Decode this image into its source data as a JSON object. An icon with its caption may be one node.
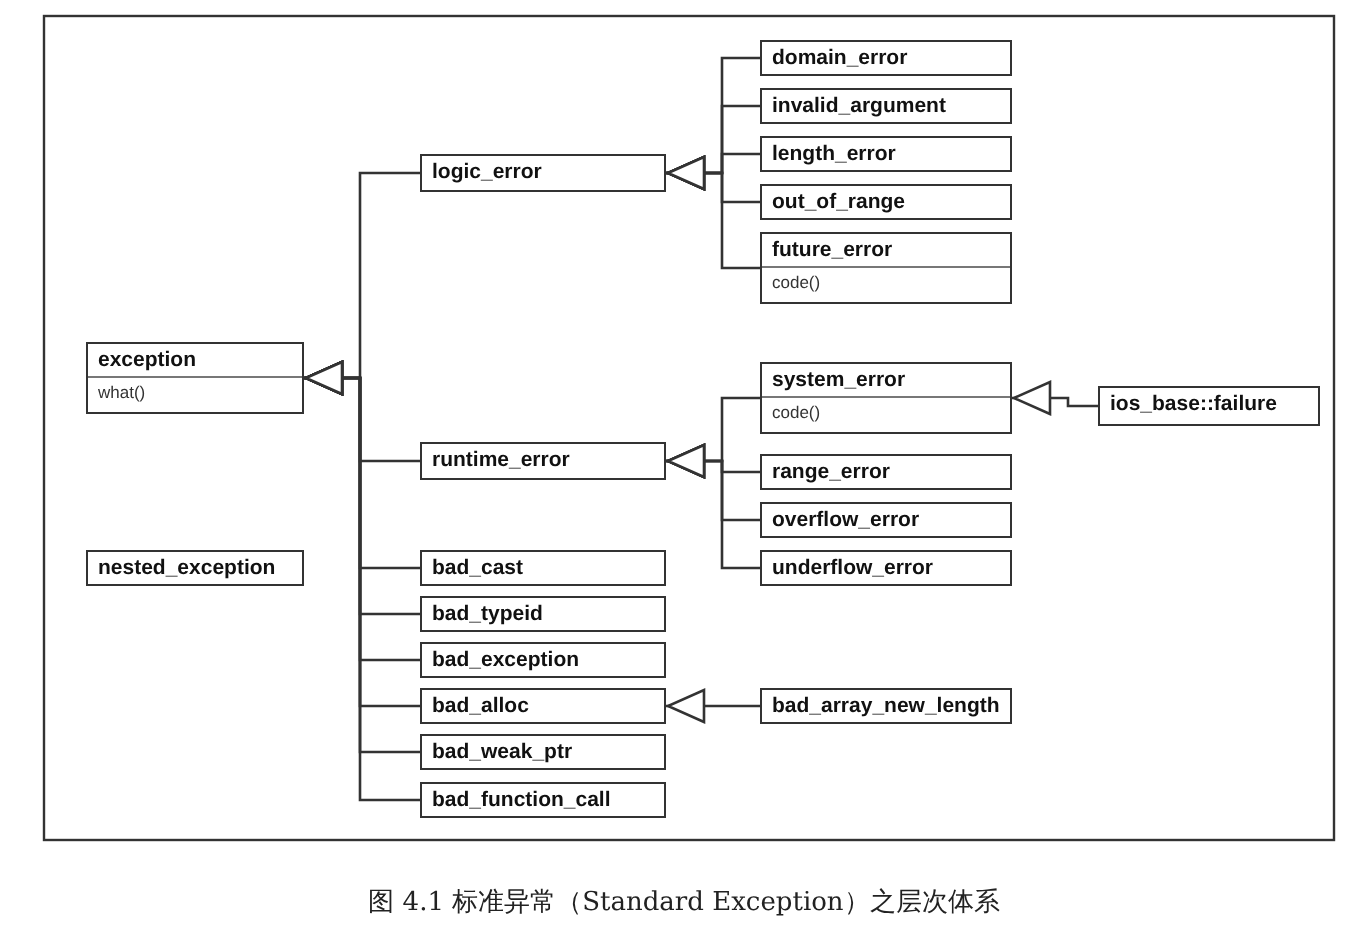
{
  "diagram": {
    "caption": "图 4.1 标准异常（Standard Exception）之层次体系",
    "nodes": [
      {
        "text": [
          "exception",
          "what()"
        ]
      },
      {
        "text": [
          "logic_error"
        ]
      },
      {
        "text": [
          "domain_error"
        ]
      },
      {
        "text": [
          "invalid_argument"
        ]
      },
      {
        "text": [
          "length_error"
        ]
      },
      {
        "text": [
          "out_of_range"
        ]
      },
      {
        "text": [
          "future_error",
          "code()"
        ]
      },
      {
        "text": [
          "runtime_error"
        ]
      },
      {
        "text": [
          "system_error",
          "code()"
        ]
      },
      {
        "text": [
          "ios_base::failure"
        ]
      },
      {
        "text": [
          "range_error"
        ]
      },
      {
        "text": [
          "overflow_error"
        ]
      },
      {
        "text": [
          "underflow_error"
        ]
      },
      {
        "text": [
          "nested_exception"
        ]
      },
      {
        "text": [
          "bad_cast"
        ]
      },
      {
        "text": [
          "bad_typeid"
        ]
      },
      {
        "text": [
          "bad_exception"
        ]
      },
      {
        "text": [
          "bad_alloc"
        ]
      },
      {
        "text": [
          "bad_array_new_length"
        ]
      },
      {
        "text": [
          "bad_weak_ptr"
        ]
      },
      {
        "text": [
          "bad_function_call"
        ]
      }
    ],
    "edges": [
      {
        "from": 1,
        "to": 0,
        "arrow": "to"
      },
      {
        "from": 7,
        "to": 0,
        "arrow": "to"
      },
      {
        "from": 14,
        "to": 0,
        "arrow": "to"
      },
      {
        "from": 15,
        "to": 0,
        "arrow": "to"
      },
      {
        "from": 16,
        "to": 0,
        "arrow": "to"
      },
      {
        "from": 17,
        "to": 0,
        "arrow": "to"
      },
      {
        "from": 19,
        "to": 0,
        "arrow": "to"
      },
      {
        "from": 20,
        "to": 0,
        "arrow": "to"
      },
      {
        "from": 2,
        "to": 1,
        "arrow": "to"
      },
      {
        "from": 3,
        "to": 1,
        "arrow": "to"
      },
      {
        "from": 4,
        "to": 1,
        "arrow": "to"
      },
      {
        "from": 5,
        "to": 1,
        "arrow": "to"
      },
      {
        "from": 6,
        "to": 1,
        "arrow": "to"
      },
      {
        "from": 8,
        "to": 7,
        "arrow": "to"
      },
      {
        "from": 10,
        "to": 7,
        "arrow": "to"
      },
      {
        "from": 11,
        "to": 7,
        "arrow": "to"
      },
      {
        "from": 12,
        "to": 7,
        "arrow": "to"
      },
      {
        "from": 9,
        "to": 8,
        "arrow": "to"
      },
      {
        "from": 18,
        "to": 17,
        "arrow": "to"
      }
    ]
  }
}
